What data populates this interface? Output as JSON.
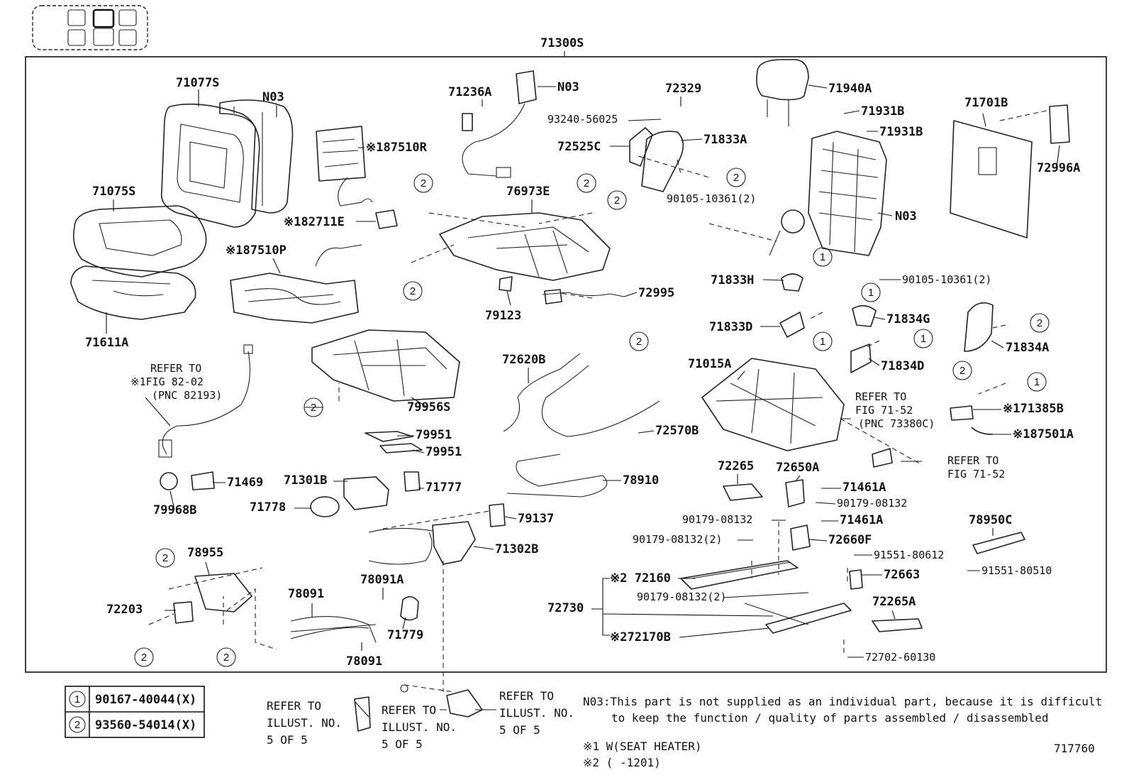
{
  "assembly": {
    "part_no": "71300S"
  },
  "callouts": [
    {
      "id": "c71077S",
      "text": "71077S"
    },
    {
      "id": "cN03a",
      "text": "N03"
    },
    {
      "id": "c71075S",
      "text": "71075S"
    },
    {
      "id": "c71611A",
      "text": "71611A"
    },
    {
      "id": "c187510R",
      "text": "※187510R"
    },
    {
      "id": "c182711E",
      "text": "※182711E"
    },
    {
      "id": "c187510P",
      "text": "※187510P"
    },
    {
      "id": "c71236A",
      "text": "71236A"
    },
    {
      "id": "cN03b",
      "text": "N03"
    },
    {
      "id": "c76973E",
      "text": "76973E"
    },
    {
      "id": "c79123",
      "text": "79123"
    },
    {
      "id": "c72995",
      "text": "72995"
    },
    {
      "id": "c72329",
      "text": "72329"
    },
    {
      "id": "c93240",
      "text": "93240-56025"
    },
    {
      "id": "c72525C",
      "text": "72525C"
    },
    {
      "id": "c71833A",
      "text": "71833A"
    },
    {
      "id": "c90105a",
      "text": "90105-10361(2)"
    },
    {
      "id": "c71940A",
      "text": "71940A"
    },
    {
      "id": "c71931Ba",
      "text": "71931B"
    },
    {
      "id": "c71931Bb",
      "text": "71931B"
    },
    {
      "id": "cN03c",
      "text": "N03"
    },
    {
      "id": "c90105b",
      "text": "90105-10361(2)"
    },
    {
      "id": "c71833H",
      "text": "71833H"
    },
    {
      "id": "c71833D",
      "text": "71833D"
    },
    {
      "id": "c71834G",
      "text": "71834G"
    },
    {
      "id": "c71834D",
      "text": "71834D"
    },
    {
      "id": "c71701B",
      "text": "71701B"
    },
    {
      "id": "c72996A",
      "text": "72996A"
    },
    {
      "id": "c71834A",
      "text": "71834A"
    },
    {
      "id": "c171385B",
      "text": "※171385B"
    },
    {
      "id": "c187501A",
      "text": "※187501A"
    },
    {
      "id": "c79956S",
      "text": "79956S"
    },
    {
      "id": "c72620B",
      "text": "72620B"
    },
    {
      "id": "c72570B",
      "text": "72570B"
    },
    {
      "id": "c79951a",
      "text": "79951"
    },
    {
      "id": "c79951b",
      "text": "79951"
    },
    {
      "id": "c71015A",
      "text": "71015A"
    },
    {
      "id": "c71469",
      "text": "71469"
    },
    {
      "id": "c79968B",
      "text": "79968B"
    },
    {
      "id": "c71301B",
      "text": "71301B"
    },
    {
      "id": "c71777",
      "text": "71777"
    },
    {
      "id": "c71778",
      "text": "71778"
    },
    {
      "id": "c78910",
      "text": "78910"
    },
    {
      "id": "c79137",
      "text": "79137"
    },
    {
      "id": "c71302B",
      "text": "71302B"
    },
    {
      "id": "c78955",
      "text": "78955"
    },
    {
      "id": "c72203",
      "text": "72203"
    },
    {
      "id": "c78091A",
      "text": "78091A"
    },
    {
      "id": "c78091a",
      "text": "78091"
    },
    {
      "id": "c78091b",
      "text": "78091"
    },
    {
      "id": "c71779",
      "text": "71779"
    },
    {
      "id": "c72265",
      "text": "72265"
    },
    {
      "id": "c72650A",
      "text": "72650A"
    },
    {
      "id": "c71461Aa",
      "text": "71461A"
    },
    {
      "id": "c90179a",
      "text": "90179-08132"
    },
    {
      "id": "c90179b",
      "text": "90179-08132"
    },
    {
      "id": "c71461Ab",
      "text": "71461A"
    },
    {
      "id": "c90179c",
      "text": "90179-08132(2)"
    },
    {
      "id": "c72660F",
      "text": "72660F"
    },
    {
      "id": "c91551a",
      "text": "91551-80612"
    },
    {
      "id": "c72663",
      "text": "72663"
    },
    {
      "id": "c72160",
      "text": "※2 72160"
    },
    {
      "id": "c90179d",
      "text": "90179-08132(2)"
    },
    {
      "id": "c72730",
      "text": "72730"
    },
    {
      "id": "c72170B",
      "text": "※272170B"
    },
    {
      "id": "c72265A",
      "text": "72265A"
    },
    {
      "id": "c72702",
      "text": "72702-60130"
    },
    {
      "id": "c78950C",
      "text": "78950C"
    },
    {
      "id": "c91551b",
      "text": "91551-80510"
    }
  ],
  "references": [
    {
      "id": "r1",
      "lines": [
        "REFER TO",
        "※1FIG 82-02",
        "(PNC 82193)"
      ]
    },
    {
      "id": "r2",
      "lines": [
        "REFER TO",
        "FIG 71-52",
        "(PNC 73380C)"
      ]
    },
    {
      "id": "r3",
      "lines": [
        "REFER TO",
        "FIG 71-52"
      ]
    },
    {
      "id": "r4",
      "lines": [
        "REFER TO",
        "ILLUST. NO.",
        "5 OF 5"
      ]
    },
    {
      "id": "r5",
      "lines": [
        "REFER TO",
        "ILLUST. NO.",
        "5 OF 5"
      ]
    },
    {
      "id": "r6",
      "lines": [
        "REFER TO",
        "ILLUST. NO.",
        "5 OF 5"
      ]
    }
  ],
  "circle_markers": {
    "one": "1",
    "two": "2"
  },
  "legend": [
    {
      "marker": "1",
      "part": "90167-40044(X)"
    },
    {
      "marker": "2",
      "part": "93560-54014(X)"
    }
  ],
  "notes": {
    "n03_line1": "N03:This part is not supplied as an individual part, because it is difficult",
    "n03_line2": "to keep the function / quality of parts assembled / disassembled",
    "star1": "※1 W(SEAT HEATER)",
    "star2": "※2 (      -1201)"
  },
  "illustration_no": "717760"
}
